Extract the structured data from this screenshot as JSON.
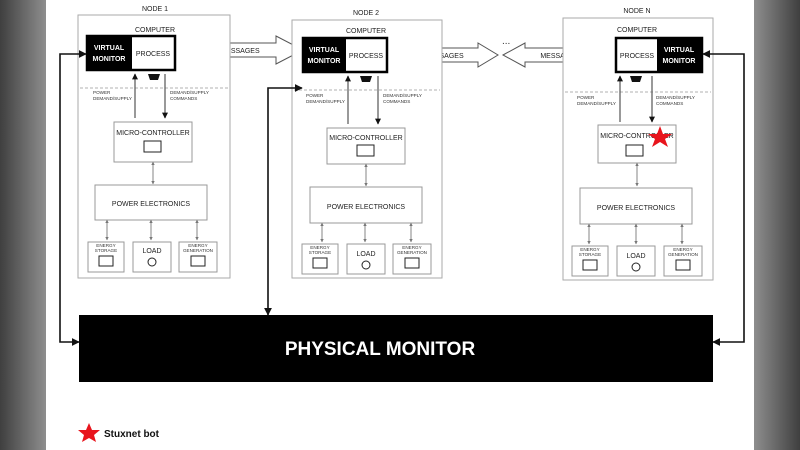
{
  "nodes": [
    {
      "title": "NODE 1",
      "computer": "COMPUTER",
      "virtual_monitor": [
        "VIRTUAL",
        "MONITOR"
      ],
      "process": "PROCESS",
      "power_demand": [
        "POWER",
        "DEMAND/SUPPLY"
      ],
      "demand_commands": [
        "DEMAND/SUPPLY",
        "COMMANDS"
      ],
      "micro_controller": "MICRO-CONTROLLER",
      "power_electronics": "POWER ELECTRONICS",
      "energy_storage": [
        "ENERGY",
        "STORAGE"
      ],
      "load": "LOAD",
      "energy_generation": [
        "ENERGY",
        "GENERATION"
      ]
    },
    {
      "title": "NODE 2",
      "computer": "COMPUTER",
      "virtual_monitor": [
        "VIRTUAL",
        "MONITOR"
      ],
      "process": "PROCESS",
      "power_demand": [
        "POWER",
        "DEMAND/SUPPLY"
      ],
      "demand_commands": [
        "DEMAND/SUPPLY",
        "COMMANDS"
      ],
      "micro_controller": "MICRO-CONTROLLER",
      "power_electronics": "POWER ELECTRONICS",
      "energy_storage": [
        "ENERGY",
        "STORAGE"
      ],
      "load": "LOAD",
      "energy_generation": [
        "ENERGY",
        "GENERATION"
      ]
    },
    {
      "title": "NODE N",
      "computer": "COMPUTER",
      "virtual_monitor": [
        "VIRTUAL",
        "MONITOR"
      ],
      "process": "PROCESS",
      "power_demand": [
        "POWER",
        "DEMAND/SUPPLY"
      ],
      "demand_commands": [
        "DEMAND/SUPPLY",
        "COMMANDS"
      ],
      "micro_controller": "MICRO-CONTROLLER",
      "power_electronics": "POWER ELECTRONICS",
      "energy_storage": [
        "ENERGY",
        "STORAGE"
      ],
      "load": "LOAD",
      "energy_generation": [
        "ENERGY",
        "GENERATION"
      ]
    }
  ],
  "messages": [
    "MESSAGES",
    "MESSAGES",
    "MESSAGES"
  ],
  "ellipsis": "...",
  "physical_monitor": "PHYSICAL MONITOR",
  "legend": {
    "label": "Stuxnet bot",
    "icon": "red-star-icon",
    "color": "#e8141c"
  },
  "colors": {
    "monitor_fill": "#000000",
    "box_stroke": "#999999",
    "star": "#e8141c"
  }
}
